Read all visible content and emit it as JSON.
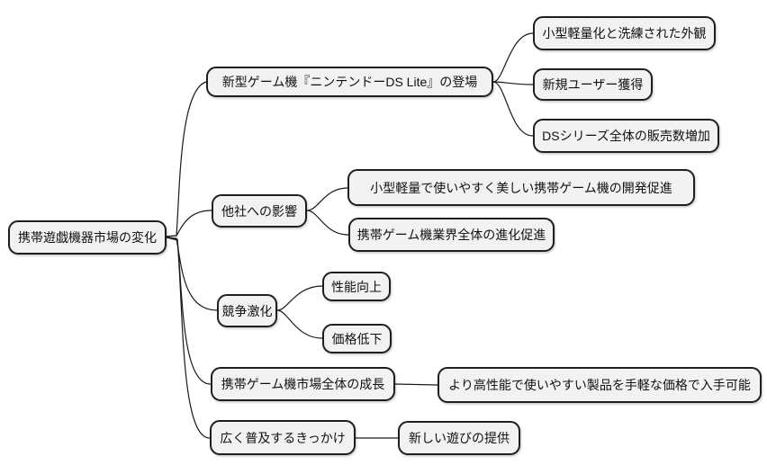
{
  "mindmap": {
    "type": "mindmap",
    "root": {
      "label": "携帯遊戯機器市場の変化"
    },
    "branches": [
      {
        "label": "新型ゲーム機『ニンテンドーDS Lite』の登場",
        "children": [
          {
            "label": "小型軽量化と洗練された外観"
          },
          {
            "label": "新規ユーザー獲得"
          },
          {
            "label": "DSシリーズ全体の販売数増加"
          }
        ]
      },
      {
        "label": "他社への影響",
        "children": [
          {
            "label": "小型軽量で使いやすく美しい携帯ゲーム機の開発促進"
          },
          {
            "label": "携帯ゲーム機業界全体の進化促進"
          }
        ]
      },
      {
        "label": "競争激化",
        "children": [
          {
            "label": "性能向上"
          },
          {
            "label": "価格低下"
          }
        ]
      },
      {
        "label": "携帯ゲーム機市場全体の成長",
        "children": [
          {
            "label": "より高性能で使いやすい製品を手軽な価格で入手可能"
          }
        ]
      },
      {
        "label": "広く普及するきっかけ",
        "children": [
          {
            "label": "新しい遊びの提供"
          }
        ]
      }
    ]
  },
  "colors": {
    "background": "#ffffff",
    "node_fill": "#f2f2f2",
    "node_border": "#1f1f1f",
    "edge": "#1a1a1a",
    "text": "#111111"
  }
}
